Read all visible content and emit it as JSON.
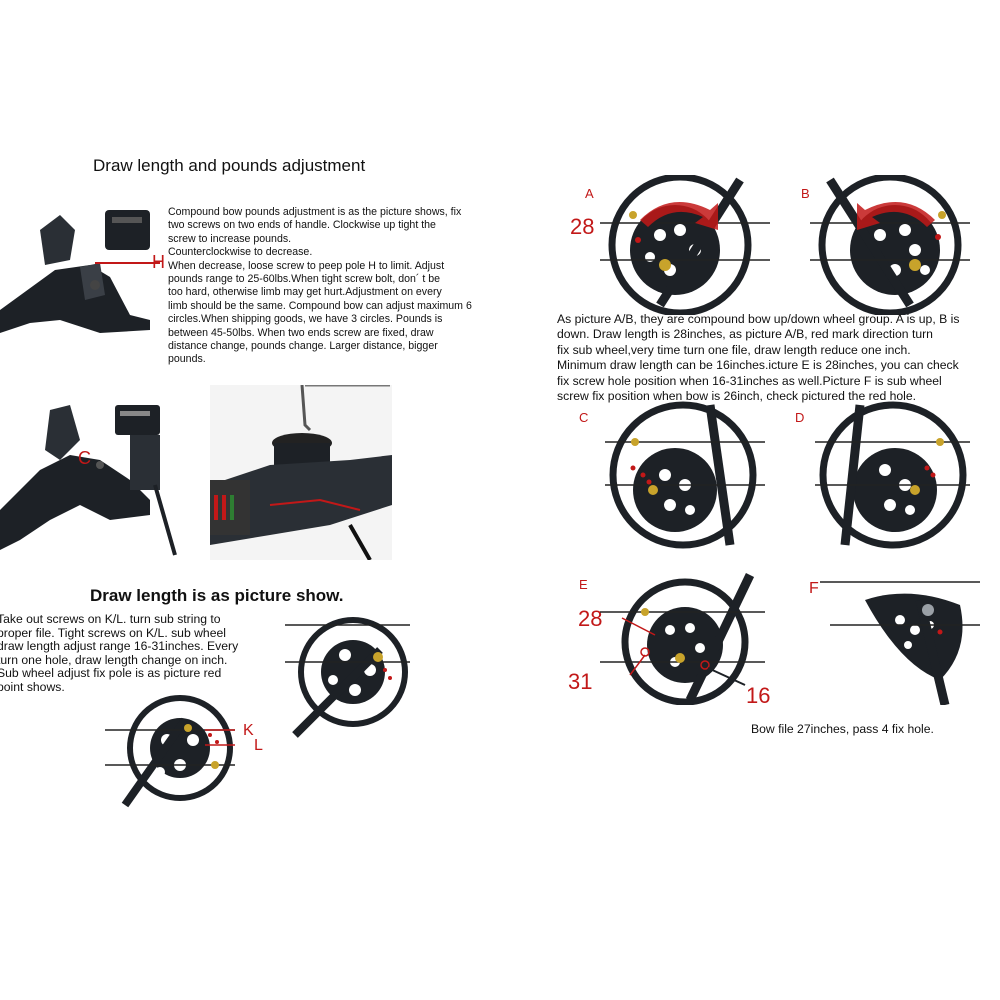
{
  "left": {
    "title1": "Draw length and pounds adjustment",
    "para1": "Compound bow pounds adjustment is as the picture shows, fix\ntwo screws on two ends of handle. Clockwise up tight the\nscrew to increase pounds.\nCounterclockwise to decrease.\nWhen decrease, loose screw to peep pole H to limit. Adjust\npounds range to 25-60lbs.When tight screw bolt, don´ t be\ntoo hard, otherwise limb may get hurt.Adjustment on every\nlimb should be the same. Compound bow can adjust maximum 6\ncircles.When shipping goods, we have 3 circles. Pounds is\nbetween 45-50lbs. When two ends screw are fixed, draw\ndistance change, pounds change. Larger distance, bigger\npounds.",
    "label_h": "H",
    "label_c": "C",
    "title2": "Draw length is as picture show.",
    "para2": "Take out screws on K/L. turn sub string to\nproper file. Tight screws on K/L. sub wheel\ndraw length adjust range 16-31inches. Every\nturn one hole, draw length change on inch.\nSub wheel adjust fix pole is as picture red\npoint shows.",
    "label_k": "K",
    "label_l": "L"
  },
  "right": {
    "label_a": "A",
    "label_b": "B",
    "label_28_a": "28",
    "para3": "As picture A/B, they are compound bow up/down wheel group. A is up, B is\ndown. Draw length is 28inches, as picture A/B, red mark direction turn\nfix sub wheel,very time turn one file, draw length reduce one inch.\nMinimum draw length can be 16inches.icture E is 28inches, you can check\nfix screw hole position when 16-31inches as well.Picture F is sub wheel\nscrew fix position when bow is 26inch, check pictured the red hole.",
    "label_c": "C",
    "label_d": "D",
    "label_e": "E",
    "label_f": "F",
    "label_28_e": "28",
    "label_31": "31",
    "label_16": "16",
    "caption": "Bow file 27inches, pass 4 fix hole."
  },
  "colors": {
    "accent_red": "#c21818",
    "part_dark": "#1d2126",
    "text": "#111111"
  }
}
